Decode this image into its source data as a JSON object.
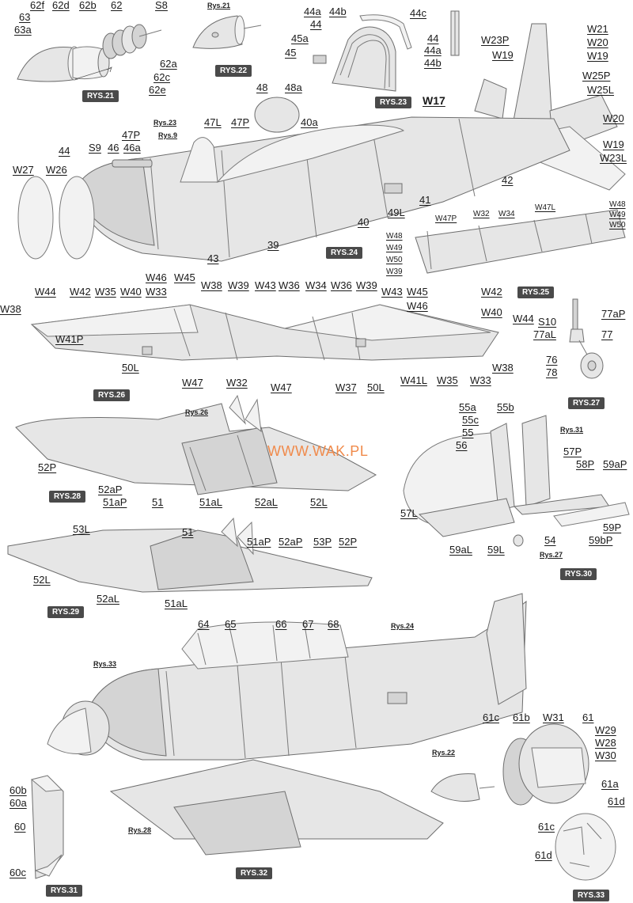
{
  "watermark": "WWW.WAK.PL",
  "colors": {
    "part_fill": "#e6e6e6",
    "part_stroke": "#6e6e6e",
    "tag_bg": "#4a4a4a",
    "watermark": "#f08a4b"
  },
  "figure_tags": {
    "rys21": "RYS.21",
    "rys22": "RYS.22",
    "rys23": "RYS.23",
    "rys24": "RYS.24",
    "rys25": "RYS.25",
    "rys26": "RYS.26",
    "rys27": "RYS.27",
    "rys28": "RYS.28",
    "rys29": "RYS.29",
    "rys30": "RYS.30",
    "rys31": "RYS.31",
    "rys32": "RYS.32",
    "rys33": "RYS.33"
  },
  "cross_refs": {
    "r_fig22_21": "Rys.21",
    "r_fig24_23": "Rys.23",
    "r_fig24_9": "Rys.9",
    "r_fig28_26": "Rys.26",
    "r_fig30_31": "Rys.31",
    "r_fig30_27": "Rys.27",
    "r_fig32_24": "Rys.24",
    "r_fig32_33": "Rys.33",
    "r_fig32_28": "Rys.28",
    "r_fig33_22": "Rys.22"
  },
  "labels": {
    "l_62f": "62f",
    "l_62d": "62d",
    "l_62b": "62b",
    "l_62": "62",
    "l_s8": "S8",
    "l_63": "63",
    "l_63a": "63a",
    "l_62a": "62a",
    "l_62c": "62c",
    "l_62e": "62e",
    "l_44a_t": "44a",
    "l_44b_t": "44b",
    "l_44c": "44c",
    "l_44_t": "44",
    "l_45a": "45a",
    "l_45": "45",
    "l_44_r": "44",
    "l_44a_r": "44a",
    "l_44b_r": "44b",
    "l_w23p": "W23P",
    "l_w21": "W21",
    "l_w20": "W20",
    "l_w19a": "W19",
    "l_w19b": "W19",
    "l_w25p": "W25P",
    "l_w25l": "W25L",
    "l_w20b": "W20",
    "l_w19c": "W19",
    "l_w23l": "W23L",
    "l_48": "48",
    "l_48a": "48a",
    "l_w17": "W17",
    "l_47l": "47L",
    "l_47p": "47P",
    "l_40a": "40a",
    "l_47p2": "47P",
    "l_46a": "46a",
    "l_s9": "S9",
    "l_46": "46",
    "l_44": "44",
    "l_w27": "W27",
    "l_w26": "W26",
    "l_42": "42",
    "l_41": "41",
    "l_49l": "49L",
    "l_40": "40",
    "l_39": "39",
    "l_43": "43",
    "l_w32a": "W32",
    "l_w34a": "W34",
    "l_w47l": "W47L",
    "l_w47p": "W47P",
    "l_w48a": "W48",
    "l_w49a": "W49",
    "l_w50a": "W50",
    "l_w48b": "W48",
    "l_w49b": "W49",
    "l_w50b": "W50",
    "l_w39a": "W39",
    "l_w44a": "W44",
    "l_w42a": "W42",
    "l_w35a": "W35",
    "l_w40a": "W40",
    "l_w33a": "W33",
    "l_w46a": "W46",
    "l_w45a": "W45",
    "l_w38a": "W38",
    "l_w39b": "W39",
    "l_w43a": "W43",
    "l_w36a": "W36",
    "l_w34b": "W34",
    "l_w36b": "W36",
    "l_w39c": "W39",
    "l_w43b": "W43",
    "l_w45b": "W45",
    "l_w46b": "W46",
    "l_w42b": "W42",
    "l_w40b": "W40",
    "l_w44b": "W44",
    "l_w38b": "W38",
    "l_w41p": "W41P",
    "l_50la": "50L",
    "l_w47a": "W47",
    "l_w32b": "W32",
    "l_w47b": "W47",
    "l_w37": "W37",
    "l_50lb": "50L",
    "l_w41l": "W41L",
    "l_w35b": "W35",
    "l_w33b": "W33",
    "l_w38c": "W38",
    "l_s10": "S10",
    "l_77ap": "77aP",
    "l_77al": "77aL",
    "l_77": "77",
    "l_76": "76",
    "l_78": "78",
    "l_52p": "52P",
    "l_52ap": "52aP",
    "l_51ap": "51aP",
    "l_51": "51",
    "l_51al": "51aL",
    "l_52al": "52aL",
    "l_52l": "52L",
    "l_53l": "53L",
    "l_51b": "51",
    "l_51ap2": "51aP",
    "l_52ap2": "52aP",
    "l_53p": "53P",
    "l_52p2": "52P",
    "l_52l2": "52L",
    "l_52al2": "52aL",
    "l_51al2": "51aL",
    "l_55a": "55a",
    "l_55b": "55b",
    "l_55c": "55c",
    "l_55": "55",
    "l_56": "56",
    "l_57p": "57P",
    "l_58p": "58P",
    "l_59ap": "59aP",
    "l_57l": "57L",
    "l_54": "54",
    "l_59p": "59P",
    "l_59al": "59aL",
    "l_59l": "59L",
    "l_59bp": "59bP",
    "l_64": "64",
    "l_65": "65",
    "l_66": "66",
    "l_67": "67",
    "l_68": "68",
    "l_60b": "60b",
    "l_60a": "60a",
    "l_60": "60",
    "l_60c": "60c",
    "l_61c": "61c",
    "l_61b": "61b",
    "l_w31": "W31",
    "l_61": "61",
    "l_w29": "W29",
    "l_w28": "W28",
    "l_w30": "W30",
    "l_61a": "61a",
    "l_61d": "61d",
    "l_61c2": "61c",
    "l_61d2": "61d"
  }
}
